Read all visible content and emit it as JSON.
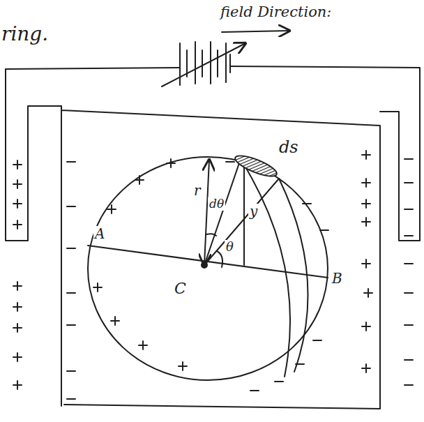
{
  "diagram": {
    "labels": [
      "ring.",
      "field Direction:",
      "ds",
      "r",
      "dθ",
      "y",
      "θ",
      "A",
      "C",
      "B"
    ]
  }
}
